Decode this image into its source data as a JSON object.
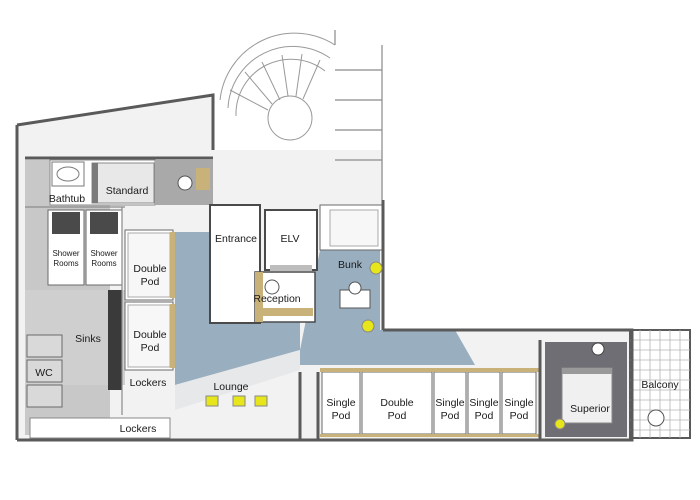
{
  "rooms": {
    "standard": "Standard",
    "bathtub": "Bathtub",
    "shower_rooms_1": [
      "Shower",
      "Rooms"
    ],
    "shower_rooms_2": [
      "Shower",
      "Rooms"
    ],
    "double_pod_1": [
      "Double",
      "Pod"
    ],
    "double_pod_2": [
      "Double",
      "Pod"
    ],
    "entrance": "Entrance",
    "elv": "ELV",
    "bunk": "Bunk",
    "reception": "Reception",
    "sinks": "Sinks",
    "wc": "WC",
    "lockers_1": "Lockers",
    "lockers_2": "Lockers",
    "lounge": "Lounge",
    "single_pod_1": [
      "Single",
      "Pod"
    ],
    "double_pod_3": [
      "Double",
      "Pod"
    ],
    "single_pod_2": [
      "Single",
      "Pod"
    ],
    "single_pod_3": [
      "Single",
      "Pod"
    ],
    "single_pod_4": [
      "Single",
      "Pod"
    ],
    "superior": "Superior",
    "balcony": "Balcony"
  },
  "colors": {
    "lounge_floor": "#8fa6b8",
    "wet_floor": "#d4d4d4",
    "wood": "#c9b27a",
    "marble": "#a8a8a8",
    "carpet_dark": "#6e6e74",
    "yellow": "#e6e61a"
  }
}
